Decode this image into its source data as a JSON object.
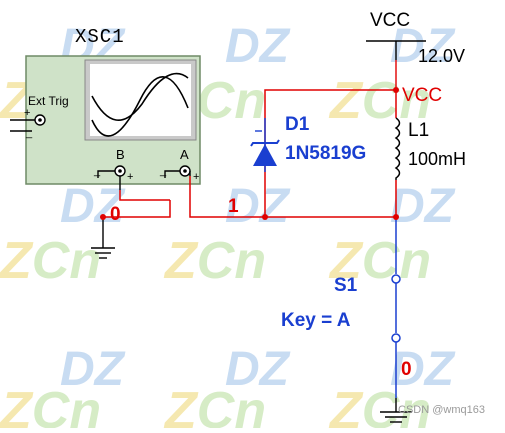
{
  "watermark": {
    "text_dz": "DZ",
    "text_zc": "ZCn",
    "color_dz": "#c8dcf2",
    "color_z": "#f5e8b0",
    "color_cn": "#d6ecc6"
  },
  "colors": {
    "wire_red": "#e00000",
    "wire_blue": "#1a3fd0",
    "wire_black": "#000000",
    "scope_body": "#cfe2c8",
    "scope_screen": "#c9c9c9"
  },
  "instrument": {
    "name": "XSC1",
    "ext_trig": "Ext Trig",
    "channel_b": "B",
    "channel_a": "A",
    "plus": "+",
    "minus": "_"
  },
  "power": {
    "label": "VCC",
    "voltage": "12.0V"
  },
  "nets": {
    "vcc": "VCC",
    "node_1": "1",
    "node_0_left": "0",
    "node_0_right": "0"
  },
  "diode": {
    "ref": "D1",
    "part": "1N5819G"
  },
  "inductor": {
    "ref": "L1",
    "value": "100mH"
  },
  "switch": {
    "ref": "S1",
    "key": "Key = A"
  },
  "credit": "CSDN @wmq163"
}
